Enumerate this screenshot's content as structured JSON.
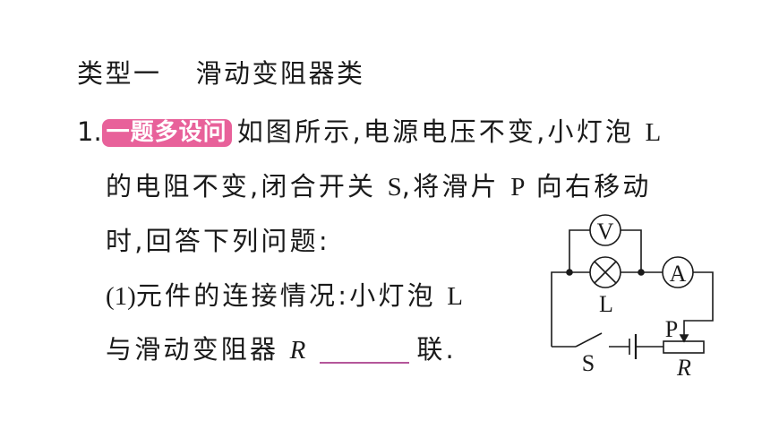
{
  "section": {
    "type_label": "类型一",
    "type_name": "滑动变阻器类"
  },
  "question": {
    "number": "1.",
    "badge": "一题多设问",
    "badge_color": "#e8619a",
    "line1": "如图所示,电源电压不变,小灯泡",
    "line1_symbol": "L",
    "line2_a": "的电阻不变,闭合开关",
    "line2_symbol_s": "S",
    "line2_b": ",将滑片",
    "line2_symbol_p": "P",
    "line2_c": "向右移动",
    "line3": "时,回答下列问题:",
    "sub1": {
      "label": "(1)",
      "text_a": "元件的连接情况:小灯泡",
      "symbol_l": "L",
      "text_b": "与滑动变阻器",
      "symbol_r": "R",
      "blank_color": "#b4569a",
      "text_c": "联."
    }
  },
  "circuit": {
    "voltmeter_label": "V",
    "ammeter_label": "A",
    "lamp_label": "L",
    "switch_label": "S",
    "slider_label": "P",
    "rheostat_label": "R"
  }
}
